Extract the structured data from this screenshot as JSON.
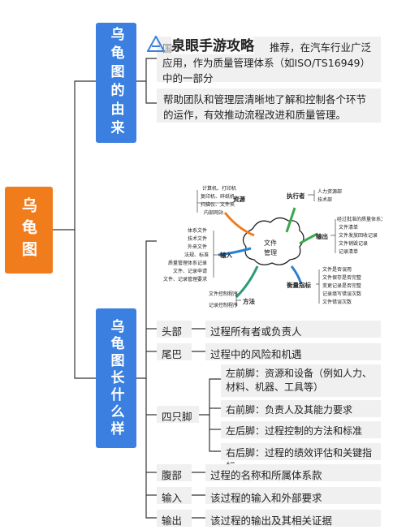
{
  "root": {
    "title": "乌龟图"
  },
  "branch_origin": {
    "title": "乌龟图的由来",
    "items": [
      "推荐，在汽车行业广泛应用，作为质量管理体系（如ISO/TS16949）中的一部分",
      "帮助团队和管理层清晰地了解和控制各个环节的运作，有效推动流程改进和质量管理。"
    ]
  },
  "watermark": {
    "text": "泉眼手游攻略",
    "partial_text": "国"
  },
  "branch_shape": {
    "title": "乌龟图长什么样",
    "diagram": {
      "center": "文件\n管理",
      "resources_label": "资源",
      "resources_items": [
        "计算机、打印机",
        "复印机、碎纸机",
        "扫描仪、文件夹",
        "内部网站"
      ],
      "executor_label": "执行者",
      "executor_items": [
        "人力资源部",
        "技术部"
      ],
      "input_label": "输入",
      "input_items": [
        "体系文件",
        "技术文件",
        "外来文件",
        "法规、标准",
        "质量管理体系记录",
        "文件、记录申请",
        "文件、记录管理要求"
      ],
      "output_label": "输出",
      "output_items": [
        "经过批准的质量体系文件",
        "文件清单",
        "文件发放回收记录",
        "文件销毁记录",
        "记录清单"
      ],
      "method_label": "方法",
      "method_items": [
        "文件控制程序",
        "记录控制程序"
      ],
      "measure_label": "衡量指标",
      "measure_items": [
        "文件是否误用",
        "文件保存是否完整",
        "变更记录是否完整",
        "记录填写错误次数",
        "文件错误次数"
      ]
    },
    "parts": [
      {
        "label": "头部",
        "desc": "过程所有者或负责人"
      },
      {
        "label": "尾巴",
        "desc": "过程中的风险和机遇"
      },
      {
        "label": "四只脚",
        "subs": [
          "左前脚：资源和设备（例如人力、材料、机器、工具等）",
          "右前脚：负责人及其能力要求",
          "左后脚：过程控制的方法和标准",
          "右后脚：过程的绩效评估和关键指标"
        ]
      },
      {
        "label": "腹部",
        "desc": "过程的名称和所属体系款"
      },
      {
        "label": "输入",
        "desc": "该过程的输入和外部要求"
      },
      {
        "label": "输出",
        "desc": "该过程的输出及其相关证据"
      }
    ]
  },
  "colors": {
    "root": "#f07c1c",
    "branch": "#3b7fe0",
    "box": "#f0f0f0",
    "line": "#333333"
  }
}
